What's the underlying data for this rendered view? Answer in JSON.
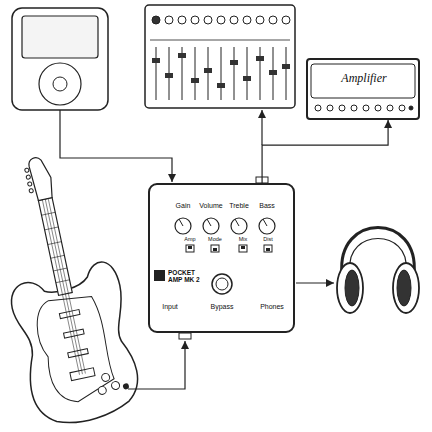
{
  "diagram": {
    "nodes": [
      {
        "text": [
          "Amplifier"
        ]
      },
      {
        "text": [
          "Gain",
          "Volume",
          "Treble",
          "Bass",
          "Amp",
          "Mode",
          "Mix",
          "Dist",
          "POCKET AMP MK 2",
          "Input",
          "Bypass",
          "Phones"
        ]
      }
    ],
    "edges": [
      {
        "from": 1,
        "to": 0,
        "arrow": "to"
      }
    ]
  }
}
